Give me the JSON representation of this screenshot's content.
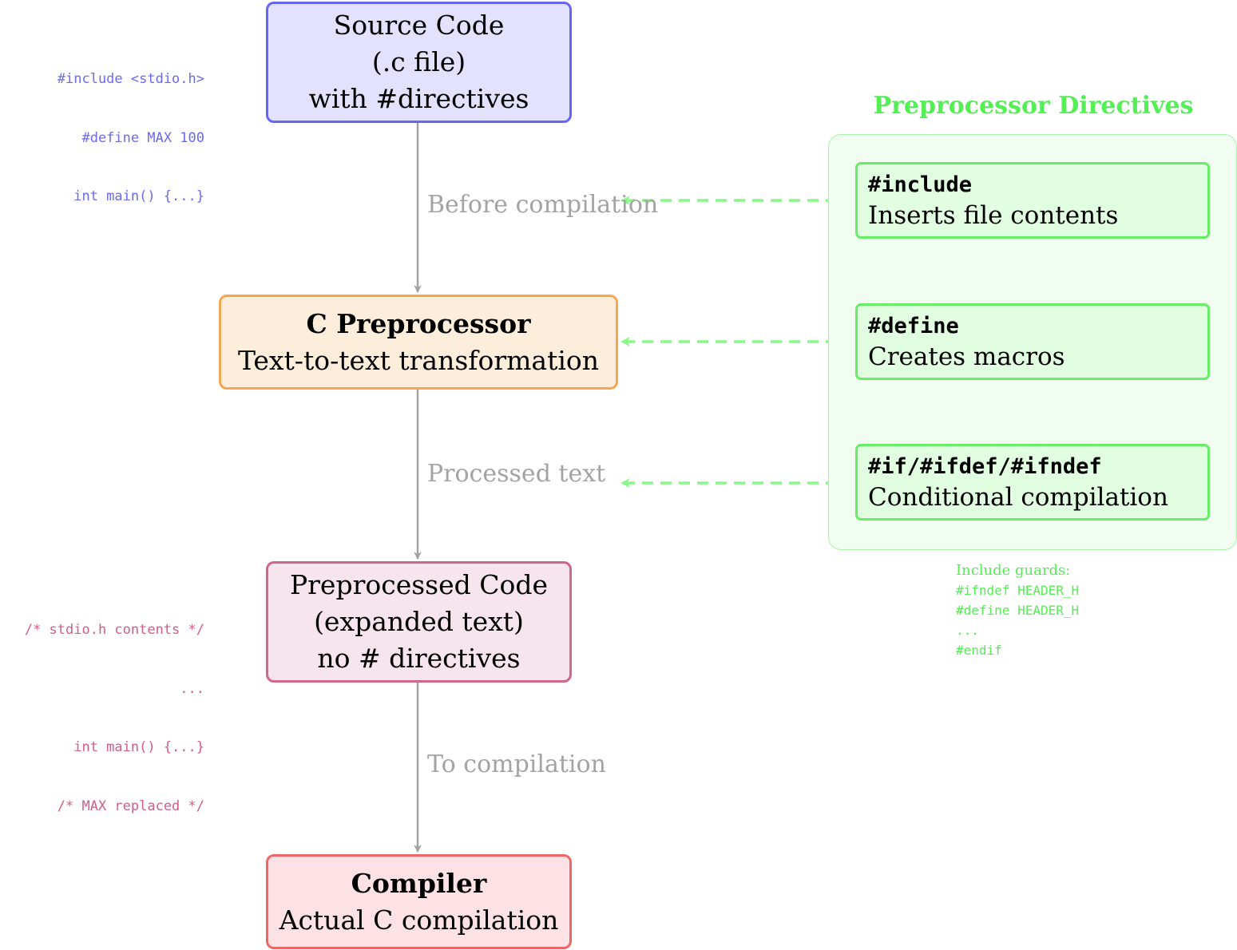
{
  "boxes": {
    "source": {
      "line1": "Source Code",
      "line2": "(.c file)",
      "line3": "with #directives"
    },
    "preprocessor": {
      "title": "C Preprocessor",
      "subtitle": "Text-to-text transformation"
    },
    "preprocessed": {
      "line1": "Preprocessed Code",
      "line2": "(expanded text)",
      "line3": "no # directives"
    },
    "compiler": {
      "title": "Compiler",
      "subtitle": "Actual C compilation"
    }
  },
  "flow_labels": {
    "before": "Before compilation",
    "processed": "Processed text",
    "to_compilation": "To compilation"
  },
  "source_snippet": [
    "#include <stdio.h>",
    "#define MAX 100",
    "int main() {...}"
  ],
  "preprocessed_snippet": [
    "/* stdio.h contents */",
    "...",
    "int main() {...}",
    "/* MAX replaced */"
  ],
  "directives": {
    "title": "Preprocessor Directives",
    "items": [
      {
        "keyword": "#include",
        "description": "Inserts file contents"
      },
      {
        "keyword": "#define",
        "description": "Creates macros"
      },
      {
        "keyword": "#if/#ifdef/#ifndef",
        "description": "Conditional compilation"
      }
    ]
  },
  "include_guards": {
    "title": "Include guards:",
    "lines": [
      "#ifndef HEADER_H",
      "#define HEADER_H",
      "...",
      "#endif"
    ]
  },
  "colors": {
    "source_fill": "#e2e2fe",
    "source_border": "#6666f2",
    "preprocessor_fill": "#fdeedb",
    "preprocessor_border": "#f6a653",
    "preprocessed_fill": "#f6e5ec",
    "preprocessed_border": "#cf6690",
    "compiler_fill": "#fde2e5",
    "compiler_border": "#ee6666",
    "directive_green": "#66ee66",
    "flow_gray": "#a3a3a3",
    "source_code_text": "#6a6aee",
    "preprocessed_code_text": "#cf5e8c"
  }
}
